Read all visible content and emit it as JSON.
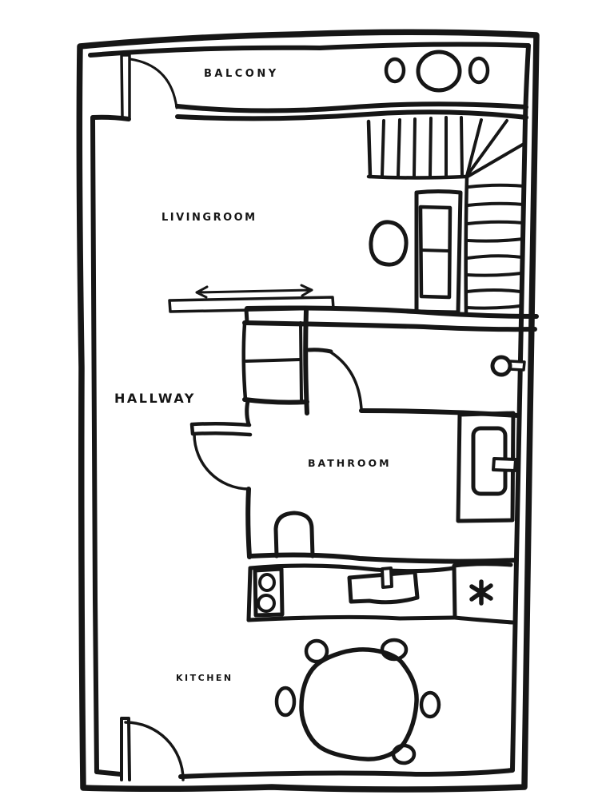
{
  "page": {
    "type": "hand-drawn apartment floor plan",
    "background_color": "#ffffff",
    "ink_color": "#161616"
  },
  "rooms": {
    "balcony": {
      "label": "BALCONY"
    },
    "livingroom": {
      "label": "LIVINGROOM"
    },
    "hallway": {
      "label": "HALLWAY"
    },
    "bathroom": {
      "label": "BATHROOM"
    },
    "kitchen": {
      "label": "KITCHEN"
    }
  },
  "symbols": {
    "freezer_icon": "six-spoke-asterisk",
    "sliding_door_arrow": "double-headed-arrow",
    "door_knob": "entry-door-knob-circle",
    "balcony_plants": "three-round-pots",
    "staircase": "L-shaped-winder-stairs"
  }
}
